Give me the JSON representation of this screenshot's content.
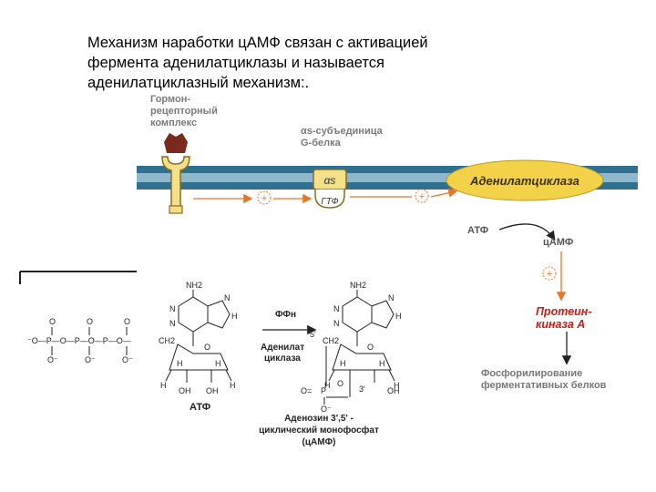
{
  "heading": {
    "line1": "Механизм наработки цАМФ связан с активацией",
    "line2": "фермента аденилатциклазы и называется",
    "line3": "аденилатциклазный механизм:."
  },
  "membrane_diagram": {
    "receptor_label": [
      "Гормон-",
      "рецепторный",
      "комплекс"
    ],
    "gs_label": [
      "αs-субъединица",
      "G-белка"
    ],
    "alpha_s": "αs",
    "gtp": "ГТФ",
    "adenylate_cyclase": "Аденилатциклаза",
    "atp": "АТФ",
    "camp": "цАМФ",
    "plus_sign": "+",
    "protein_kinase": [
      "Протеин-",
      "киназа А"
    ],
    "phosphorylation": [
      "Фосфорилирование",
      "ферментативных белков"
    ]
  },
  "structure_diagram": {
    "atp_caption": "АТФ",
    "nh2": "NH2",
    "ch2": "CH2",
    "oh": "OH",
    "ffn": "ФФн",
    "enzyme": [
      "Аденилат",
      "циклаза"
    ],
    "camp_caption": [
      "Аденозин 3',5' -",
      "циклический монофосфат",
      "(цАМФ)"
    ]
  },
  "colors": {
    "membrane": "#2f6f8f",
    "membrane_light": "#8fb8cc",
    "enzyme_fill": "#f3d24a",
    "receptor_fill": "#f5e08a",
    "hormone_fill": "#7a2a1c",
    "arrow_orange": "#e07a2a",
    "kinase_red": "#c0201a",
    "label_gray": "#7a7a7a"
  }
}
